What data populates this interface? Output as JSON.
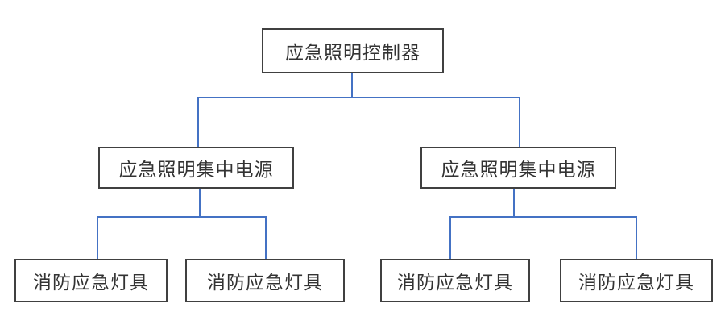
{
  "diagram": {
    "type": "tree",
    "nodes": {
      "root": {
        "label": "应急照明控制器"
      },
      "level2": [
        {
          "label": "应急照明集中电源"
        },
        {
          "label": "应急照明集中电源"
        }
      ],
      "leaves": [
        {
          "label": "消防应急灯具"
        },
        {
          "label": "消防应急灯具"
        },
        {
          "label": "消防应急灯具"
        },
        {
          "label": "消防应急灯具"
        }
      ]
    },
    "colors": {
      "connector": "#4472c4",
      "box_border": "#404040",
      "text": "#333333",
      "background": "#ffffff"
    }
  }
}
